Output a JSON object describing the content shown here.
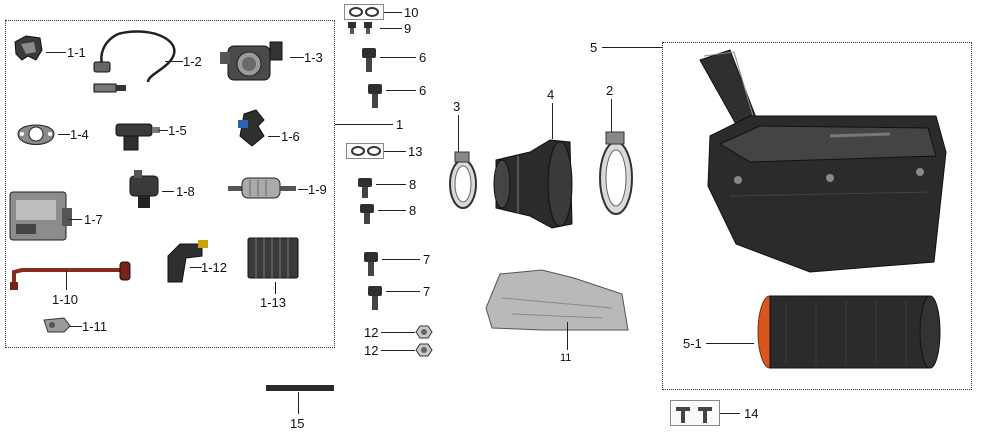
{
  "callouts": {
    "p1_1": "1-1",
    "p1_2": "1-2",
    "p1_3": "1-3",
    "p1_4": "1-4",
    "p1_5": "1-5",
    "p1_6": "1-6",
    "p1_7": "1-7",
    "p1_8": "1-8",
    "p1_9": "1-9",
    "p1_10": "1-10",
    "p1_11": "1-11",
    "p1_12": "1-12",
    "p1_13": "1-13",
    "p1": "1",
    "p2": "2",
    "p3": "3",
    "p4": "4",
    "p5": "5",
    "p5_1": "5-1",
    "p6a": "6",
    "p6b": "6",
    "p7a": "7",
    "p7b": "7",
    "p8a": "8",
    "p8b": "8",
    "p9": "9",
    "p10": "10",
    "p11": "11",
    "p12a": "12",
    "p12b": "12",
    "p13": "13",
    "p14": "14",
    "p15": "15"
  },
  "icons": {
    "bracket": "bracket-icon",
    "o2_sensor": "oxygen-sensor-icon",
    "throttle_body": "throttle-body-icon",
    "gasket": "gasket-icon",
    "injector": "fuel-injector-icon",
    "map_sensor": "map-sensor-icon",
    "ecu": "ecu-icon",
    "sensor": "sensor-icon",
    "fuel_filter": "fuel-filter-icon",
    "ignition_cable": "ignition-cable-icon",
    "clip": "clip-icon",
    "elbow": "elbow-fitting-icon",
    "rectifier": "rectifier-icon",
    "bolt": "bolt-icon",
    "washer": "washer-icon",
    "nut": "nut-icon",
    "hose_clamp": "hose-clamp-icon",
    "intake_boot": "intake-boot-icon",
    "heat_shield": "heat-shield-icon",
    "air_box": "air-box-icon",
    "air_filter": "air-filter-icon",
    "strip": "rubber-strip-icon"
  },
  "colors": {
    "part_dark": "#2b2b2b",
    "part_mid": "#555555",
    "part_light": "#9a9a9a",
    "filter_orange": "#d8561e",
    "shield": "#b9b9b9"
  }
}
